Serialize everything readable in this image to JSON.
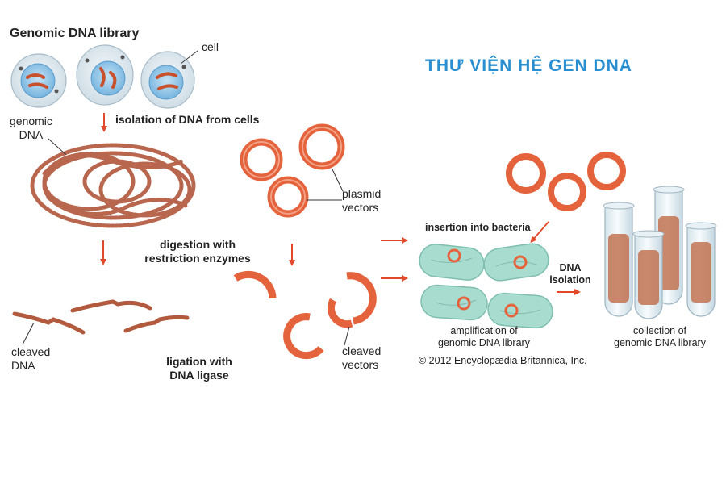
{
  "title": "Genomic DNA library",
  "title_vi": "THƯ VIỆN HỆ GEN DNA",
  "labels": {
    "cell": "cell",
    "genomic_dna": "genomic\nDNA",
    "isolation": "isolation of DNA from cells",
    "plasmid_vectors": "plasmid\nvectors",
    "digestion": "digestion with\nrestriction enzymes",
    "cleaved_dna": "cleaved\nDNA",
    "ligation": "ligation with\nDNA ligase",
    "cleaved_vectors": "cleaved\nvectors",
    "insertion": "insertion into bacteria",
    "dna_isolation": "DNA\nisolation",
    "amplification": "amplification of\ngenomic DNA library",
    "collection": "collection of\ngenomic DNA library",
    "copyright": "© 2012 Encyclopædia Britannica, Inc."
  },
  "colors": {
    "arrow": "#e2492b",
    "plasmid": "#e5633c",
    "dna": "#b25a3e",
    "bacteria": "#a8dccf",
    "cell_outer": "#dbe7ee",
    "nucleus": "#8fc3e6",
    "title_vi": "#2a8fd0"
  }
}
